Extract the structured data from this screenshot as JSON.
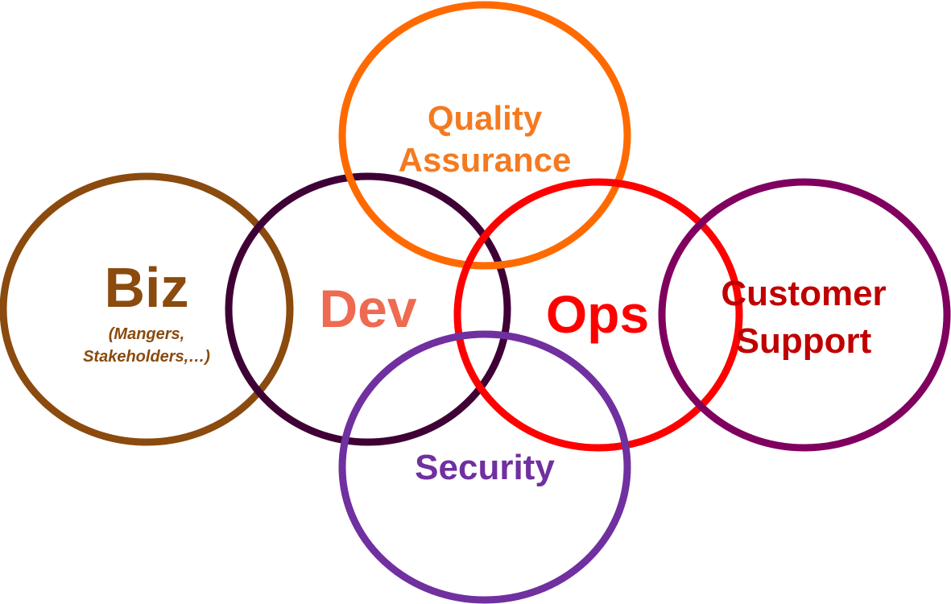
{
  "circles": {
    "biz": {
      "title": "Biz",
      "subtitle_line1": "(Mangers,",
      "subtitle_line2": "Stakeholders,…)",
      "color": "#8B4A0E"
    },
    "dev": {
      "title": "Dev",
      "color": "#3F0035",
      "text_color": "#EE6A50"
    },
    "qa": {
      "line1": "Quality",
      "line2": "Assurance",
      "color": "#FF6A00",
      "text_color": "#F47A20"
    },
    "ops": {
      "title": "Ops",
      "color": "#FF0000"
    },
    "customer_support": {
      "line1": "Customer",
      "line2": "Support",
      "color": "#80005F",
      "text_color": "#C00000"
    },
    "security": {
      "title": "Security",
      "color": "#7030A0"
    }
  }
}
